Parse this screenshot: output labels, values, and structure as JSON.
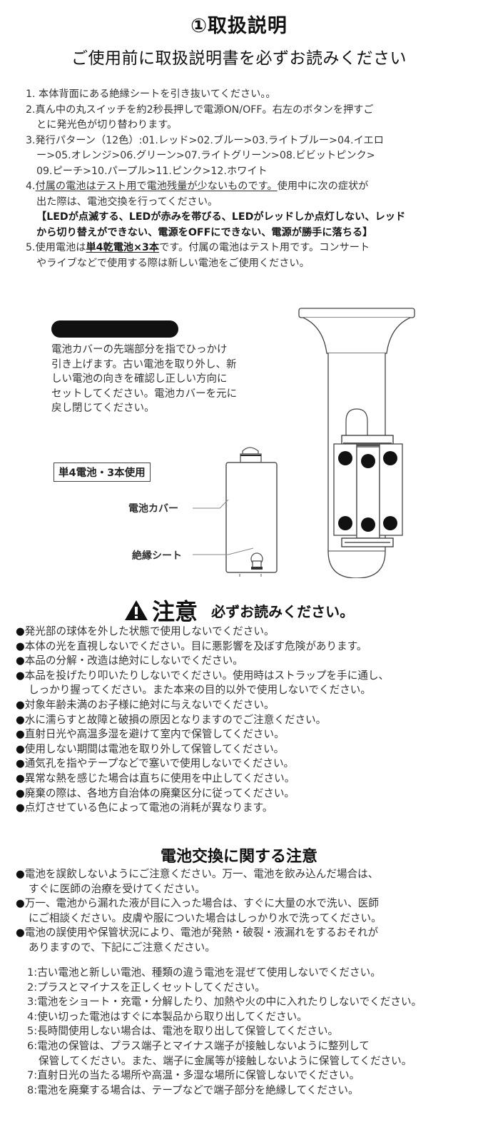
{
  "header": {
    "title": "①取扱説明",
    "subtitle": "ご使用前に取扱説明書を必ずお読みください"
  },
  "instructions": {
    "item1": "1. 本体背面にある絶縁シートを引き抜いてください。。",
    "item2_line1": "2.真ん中の丸スイッチを約2秒長押しで電源ON/OFF。右左のボタンを押すご",
    "item2_line2": "とに発光色が切り替わります。",
    "item3_line1": "3.発行パターン（12色）:01.レッド>02.ブルー>03.ライトブルー>04.イエロ",
    "item3_line2": "ー>05.オレンジ>06.グリーン>07.ライトグリーン>08.ビビットピンク>",
    "item3_line3": "09.ピーチ>10.パープル>11.ピンク>12.ホワイト",
    "item4_prefix": "4.",
    "item4_underlined": "付属の電池はテスト用で電池残量が少ないものです。",
    "item4_rest": "使用中に次の症状が",
    "item4_line2": "出た際は、電池交換を行ってください。",
    "item4_bold1": "【LEDが点滅する、LEDが赤みを帯びる、LEDがレッドしか点灯しない、レッド",
    "item4_bold2": "から切り替えができない、電源をOFFにできない、電源が勝手に落ちる】",
    "item5_prefix": "5.使用電池は",
    "item5_underlined": "単4乾電池×3本",
    "item5_rest": "です。付属の電池はテスト用です。コンサート",
    "item5_line2": "やライブなどで使用する際は新しい電池をご使用ください。"
  },
  "battery_diagram": {
    "cover_instructions": [
      "電池カバーの先端部分を指でひっかけ",
      "引き上げます。古い電池を取り外し、新",
      "しい電池の向きを確認し正しい方向に",
      "セットしてください。電池カバーを元に",
      "戻し閉じてください。"
    ],
    "battery_spec_label": "単4電池・3本使用",
    "callout_cover": "電池カバー",
    "callout_sheet": "絶縁シート"
  },
  "caution": {
    "icon": "warning-triangle-icon",
    "title": "注意",
    "subtitle": "必ずお読みください。",
    "bullet": "●",
    "items": [
      "発光部の球体を外した状態で使用しないでください。",
      "本体の光を直視しないでください。目に悪影響を及ぼす危険があります。",
      "本品の分解・改造は絶対にしないでください。",
      "本品を投げたり叩いたりしないでください。使用時はストラップを手に通し、",
      "しっかり握ってください。また本来の目的以外で使用しないでください。",
      "対象年齢未満のお子様に絶対に与えないでください。",
      "水に濡らすと故障と破損の原因となりますのでご注意ください。",
      "直射日光や高温多湿を避けて室内で保管してください。",
      "使用しない期間は電池を取り外して保管してください。",
      "通気孔を指やテープなどで塞いで使用しないでください。",
      "異常な熱を感じた場合は直ちに使用を中止してください。",
      "廃棄の際は、各地方自治体の廃棄区分に従ってください。",
      "点灯させている色によって電池の消耗が異なります。"
    ]
  },
  "battery_caution": {
    "title": "電池交換に関する注意",
    "bullet": "●",
    "items": [
      "電池を誤飲しないようにご注意ください。万一、電池を飲み込んだ場合は、",
      "すぐに医師の治療を受けてください。",
      "万一、電池から漏れた液が目に入った場合は、すぐに大量の水で洗い、医師",
      "にご相談ください。皮膚や服についた場合はしっかり水で洗ってください。",
      "電池の誤使用や保管状況により、電池が発熱・破裂・液漏れをするおそれが",
      "ありますので、下記にご注意ください。"
    ],
    "numbered": [
      "1:古い電池と新しい電池、種類の違う電池を混ぜて使用しないでください。",
      "2:プラスとマイナスを正しくセットしてください。",
      "3:電池をショート・充電・分解したり、加熱や火の中に入れたりしないでください。",
      "4:使い切った電池はすぐに本製品から取り出してください。",
      "5:長時間使用しない場合は、電池を取り出して保管してください。",
      "6:電池の保管は、プラス端子とマイナス端子が接触しないように整列して",
      "保管してください。また、端子に金属等が接触しないように保管してください。",
      "7:直射日光の当たる場所や高温・多湿な場所に保管しないでください。",
      "8:電池を廃棄する場合は、テープなどで端子部分を絶縁してください。"
    ]
  },
  "colors": {
    "text": "#333333",
    "heading": "#111111",
    "background": "#ffffff"
  }
}
